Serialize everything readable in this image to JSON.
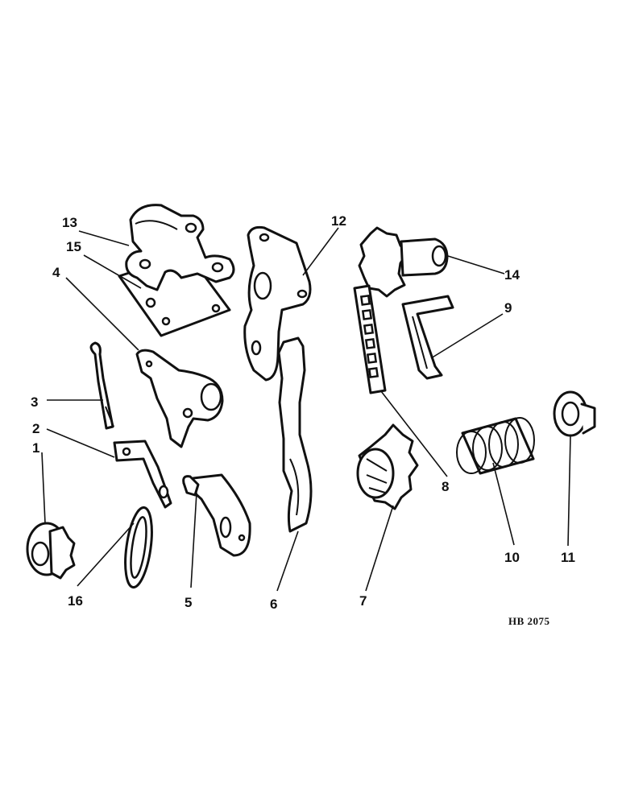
{
  "diagram": {
    "reference_code": "HB 2075",
    "callouts": [
      "1",
      "2",
      "3",
      "4",
      "5",
      "6",
      "7",
      "8",
      "9",
      "10",
      "11",
      "12",
      "13",
      "14",
      "15",
      "16"
    ]
  }
}
